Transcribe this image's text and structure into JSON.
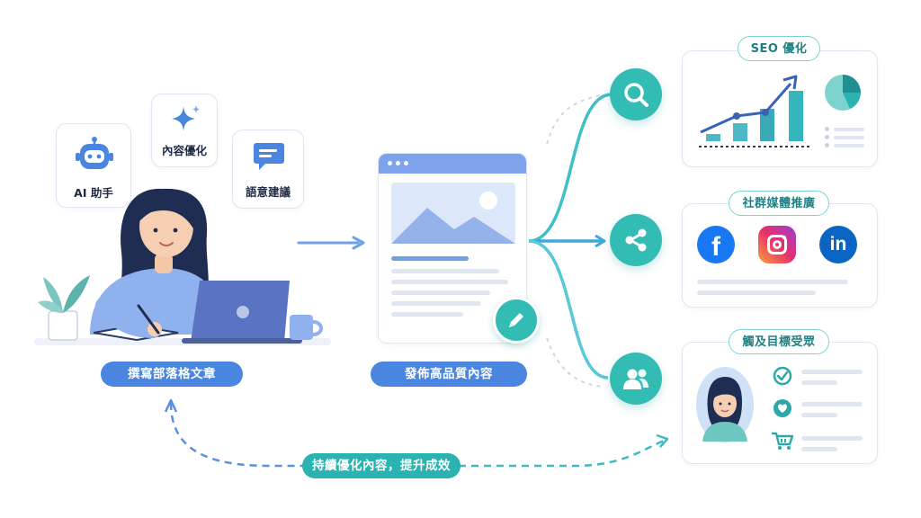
{
  "left": {
    "chips": {
      "ai": "AI 助手",
      "content": "內容優化",
      "semantic": "語意建議"
    },
    "caption": "撰寫部落格文章"
  },
  "center": {
    "caption": "發佈高品質內容"
  },
  "right": {
    "seo": {
      "title": "SEO 優化"
    },
    "social": {
      "title": "社群媒體推廣"
    },
    "audience": {
      "title": "觸及目標受眾"
    }
  },
  "loop": {
    "caption": "持續優化內容，提升成效"
  },
  "colors": {
    "blue": "#4a86e0",
    "teal": "#33bcb4",
    "navy": "#4b5f9c"
  }
}
